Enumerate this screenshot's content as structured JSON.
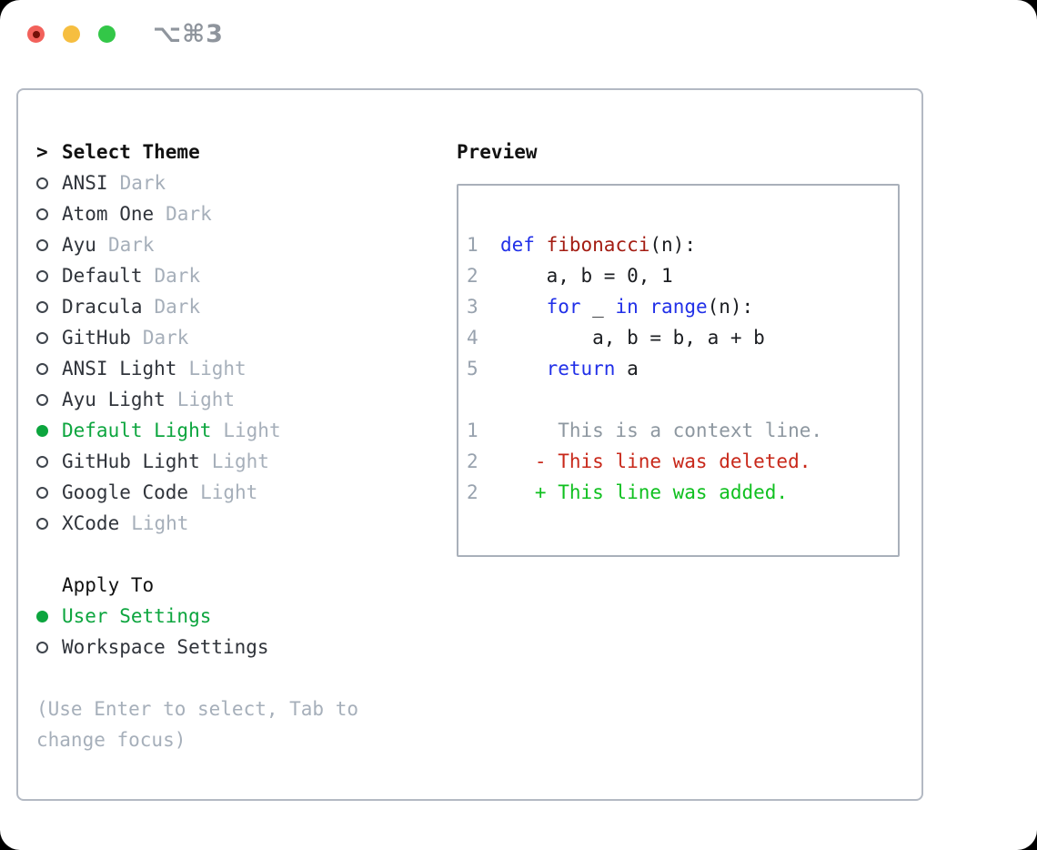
{
  "window": {
    "shortcut": "⌥⌘3",
    "traffic_lights": [
      "close",
      "minimize",
      "zoom"
    ]
  },
  "theme_panel": {
    "title_prefix": ">",
    "title": "Select Theme",
    "items": [
      {
        "label": "ANSI",
        "variant": "Dark",
        "selected": false
      },
      {
        "label": "Atom One",
        "variant": "Dark",
        "selected": false
      },
      {
        "label": "Ayu",
        "variant": "Dark",
        "selected": false
      },
      {
        "label": "Default",
        "variant": "Dark",
        "selected": false
      },
      {
        "label": "Dracula",
        "variant": "Dark",
        "selected": false
      },
      {
        "label": "GitHub",
        "variant": "Dark",
        "selected": false
      },
      {
        "label": "ANSI Light",
        "variant": "Light",
        "selected": false
      },
      {
        "label": "Ayu Light",
        "variant": "Light",
        "selected": false
      },
      {
        "label": "Default Light",
        "variant": "Light",
        "selected": true
      },
      {
        "label": "GitHub Light",
        "variant": "Light",
        "selected": false
      },
      {
        "label": "Google Code",
        "variant": "Light",
        "selected": false
      },
      {
        "label": "XCode",
        "variant": "Light",
        "selected": false
      }
    ],
    "apply_to": {
      "title": "Apply To",
      "options": [
        {
          "label": "User Settings",
          "selected": true
        },
        {
          "label": "Workspace Settings",
          "selected": false
        }
      ]
    },
    "hint": "(Use Enter to select, Tab to change focus)"
  },
  "preview": {
    "title": "Preview",
    "code_lines": [
      {
        "num": "1",
        "tokens": [
          {
            "text": "def",
            "style": "kw"
          },
          {
            "text": " ",
            "style": "pl"
          },
          {
            "text": "fibonacci",
            "style": "fn"
          },
          {
            "text": "(n):",
            "style": "pl"
          }
        ]
      },
      {
        "num": "2",
        "tokens": [
          {
            "text": "    a, b = 0, 1",
            "style": "pl"
          }
        ]
      },
      {
        "num": "3",
        "tokens": [
          {
            "text": "    ",
            "style": "pl"
          },
          {
            "text": "for",
            "style": "kw"
          },
          {
            "text": " _ ",
            "style": "pl"
          },
          {
            "text": "in",
            "style": "kw"
          },
          {
            "text": " ",
            "style": "pl"
          },
          {
            "text": "range",
            "style": "kw"
          },
          {
            "text": "(n):",
            "style": "pl"
          }
        ]
      },
      {
        "num": "4",
        "tokens": [
          {
            "text": "        a, b = b, a + b",
            "style": "pl"
          }
        ]
      },
      {
        "num": "5",
        "tokens": [
          {
            "text": "    ",
            "style": "pl"
          },
          {
            "text": "return",
            "style": "kw"
          },
          {
            "text": " a",
            "style": "pl"
          }
        ]
      }
    ],
    "diff_lines": [
      {
        "num": "1",
        "text": "     This is a context line.",
        "style": "ctx"
      },
      {
        "num": "2",
        "text": "   - This line was deleted.",
        "style": "del"
      },
      {
        "num": "2",
        "text": "   + This line was added.",
        "style": "add"
      }
    ]
  },
  "colors": {
    "accent_green": "#0ca53e",
    "keyword_blue": "#2130e8",
    "function_red": "#a31c12",
    "diff_deleted": "#c8281a",
    "diff_added": "#0fc01f",
    "muted_gray": "#a6afba",
    "text_dark": "#30343b",
    "line_number": "#98a2ae",
    "context_gray": "#8d97a0",
    "traffic_red": "#f2615b",
    "traffic_red_dot": "#731008",
    "traffic_yellow": "#f6be40",
    "traffic_green": "#33c748",
    "border_gray": "#b3b9c3",
    "box_border": "#a9b0ba"
  }
}
